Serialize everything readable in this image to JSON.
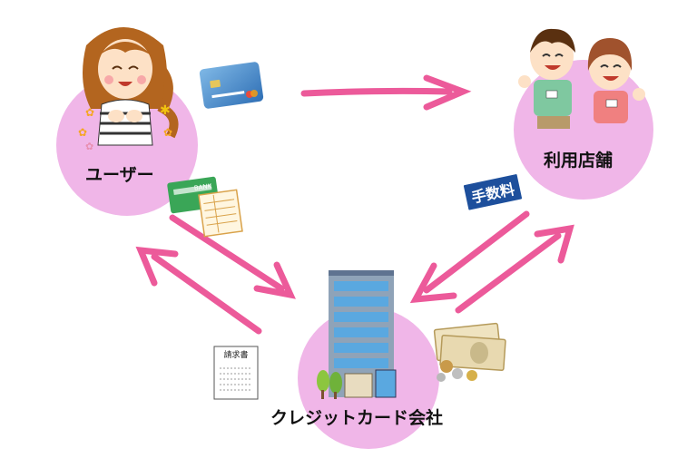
{
  "nodes": {
    "user": {
      "label": "ユーザー"
    },
    "store": {
      "label": "利用店舗"
    },
    "card_company": {
      "label": "クレジットカード会社"
    }
  },
  "items": {
    "fee_sign": "手数料",
    "bankbook_text": "BANK",
    "invoice_title": "請求書"
  },
  "colors": {
    "circle": "#f0b6e8",
    "arrow": "#ec5a9a",
    "fee_sign": "#1d4f9c"
  }
}
